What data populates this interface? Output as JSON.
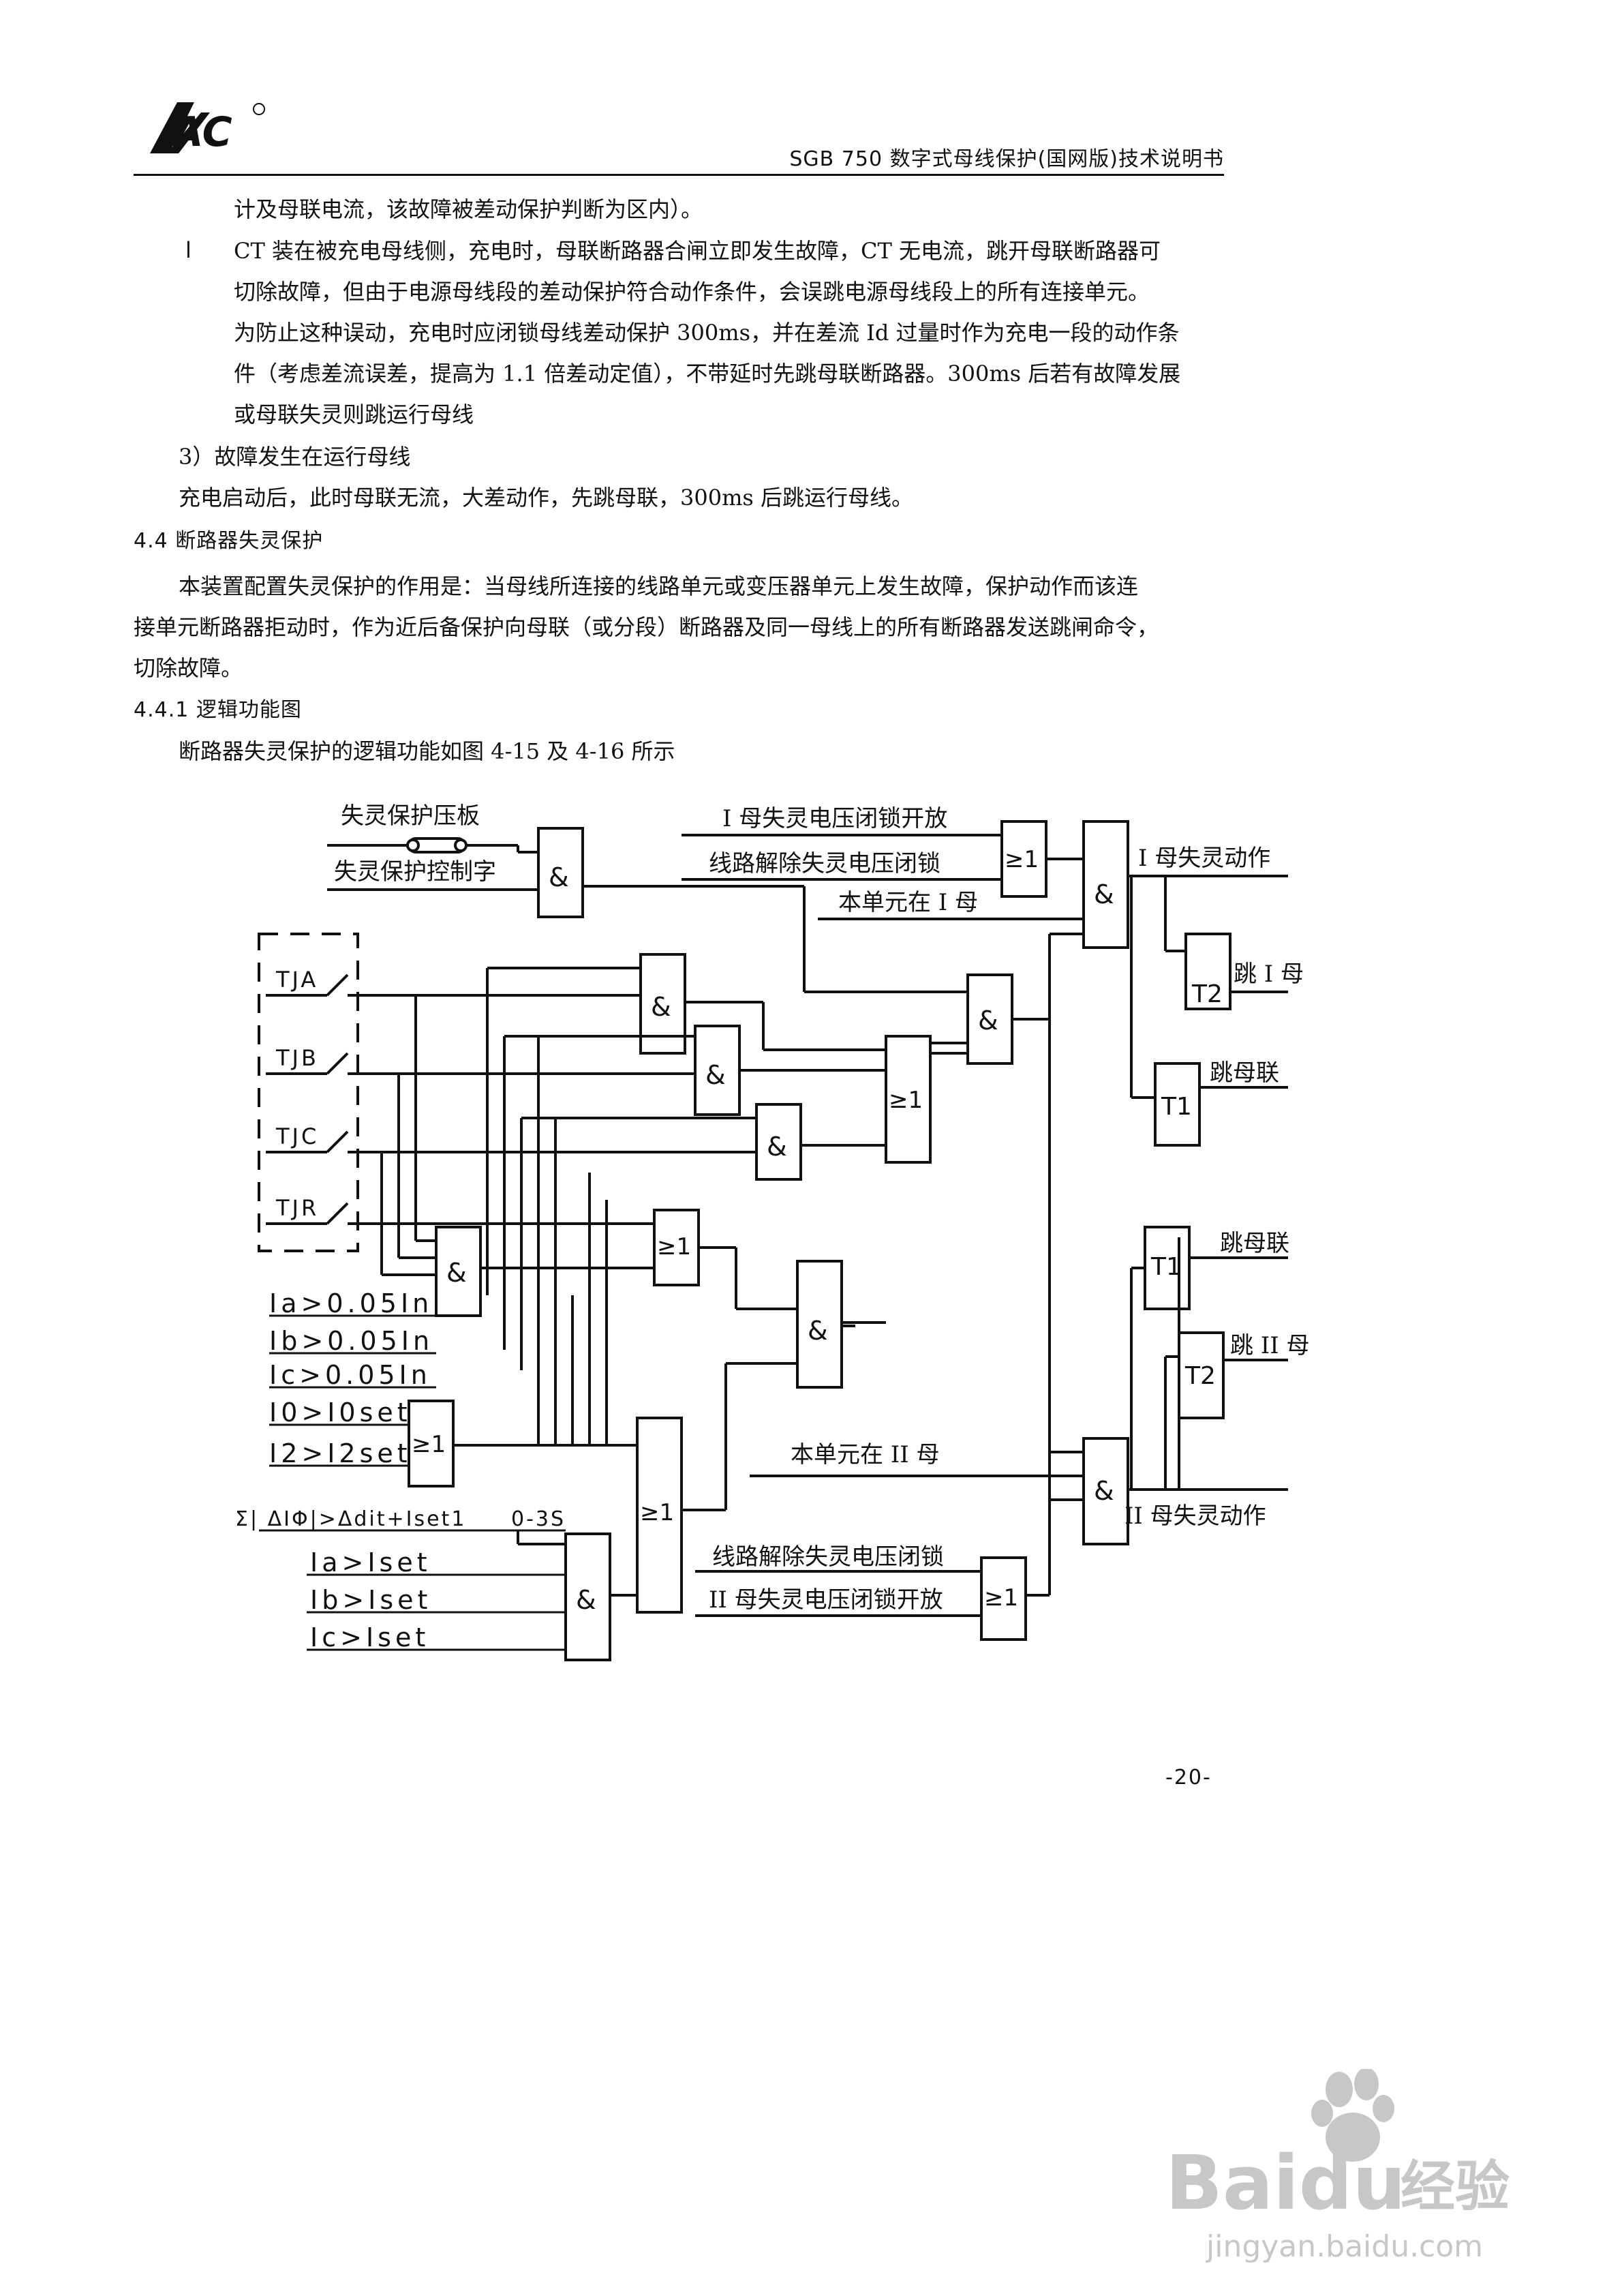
{
  "header": {
    "logo_text": "SAC",
    "title": "SGB 750 数字式母线保护(国网版)技术说明书"
  },
  "body": {
    "p1": "计及母联电流，该故障被差动保护判断为区内）。",
    "bullet_mark": "l",
    "b1": "CT 装在被充电母线侧，充电时，母联断路器合闸立即发生故障，CT 无电流，跳开母联断路器可",
    "b2": "切除故障，但由于电源母线段的差动保护符合动作条件，会误跳电源母线段上的所有连接单元。",
    "b3": "为防止这种误动，充电时应闭锁母线差动保护 300ms，并在差流 Id 过量时作为充电一段的动作条",
    "b4": "件（考虑差流误差，提高为 1.1 倍差动定值），不带延时先跳母联断路器。300ms 后若有故障发展",
    "b5": "或母联失灵则跳运行母线",
    "p2": "3）故障发生在运行母线",
    "p3": "充电启动后，此时母联无流，大差动作，先跳母联，300ms 后跳运行母线。",
    "s44": "4.4 断路器失灵保护",
    "p4": "本装置配置失灵保护的作用是：当母线所连接的线路单元或变压器单元上发生故障，保护动作而该连",
    "p5": "接单元断路器拒动时，作为近后备保护向母联（或分段）断路器及同一母线上的所有断路器发送跳闸命令，",
    "p6": "切除故障。",
    "s441": "4.4.1 逻辑功能图",
    "p7": "断路器失灵保护的逻辑功能如图 4-15 及 4-16 所示"
  },
  "diagram": {
    "lbl_plate": "失灵保护压板",
    "lbl_ctrl": "失灵保护控制字",
    "lbl_bus1_unlock": "I 母失灵电压闭锁开放",
    "lbl_line_release_1": "线路解除失灵电压闭锁",
    "lbl_unit_bus1": "本单元在 I 母",
    "lbl_bus1_act": "I 母失灵动作",
    "lbl_trip_bus1": "跳 I 母",
    "lbl_trip_tie_1": "跳母联",
    "lbl_trip_tie_2": "跳母联",
    "lbl_trip_bus2": "跳 II 母",
    "lbl_unit_bus2": "本单元在 II 母",
    "lbl_bus2_act": "II 母失灵动作",
    "lbl_line_release_2": "线路解除失灵电压闭锁",
    "lbl_bus2_unlock": "II 母失灵电压闭锁开放",
    "tja": "TJA",
    "tjb": "TJB",
    "tjc": "TJC",
    "tjr": "TJR",
    "ia": "Ia>0.05In",
    "ib": "Ib>0.05In",
    "ic": "Ic>0.05In",
    "i0": "I0>I0set",
    "i2": "I2>I2set",
    "sigma": "Σ| ΔIΦ|>Δdit+Iset1",
    "delay": "0-3S",
    "iaset": "Ia>Iset",
    "ibset": "Ib>Iset",
    "icset": "Ic>Iset",
    "and": "&",
    "or": "≥1",
    "t1": "T1",
    "t2": "T2"
  },
  "footer": {
    "page": "-20-"
  },
  "watermark": {
    "brand": "Baidu",
    "sub": "经验",
    "url": "jingyan.baidu.com"
  }
}
